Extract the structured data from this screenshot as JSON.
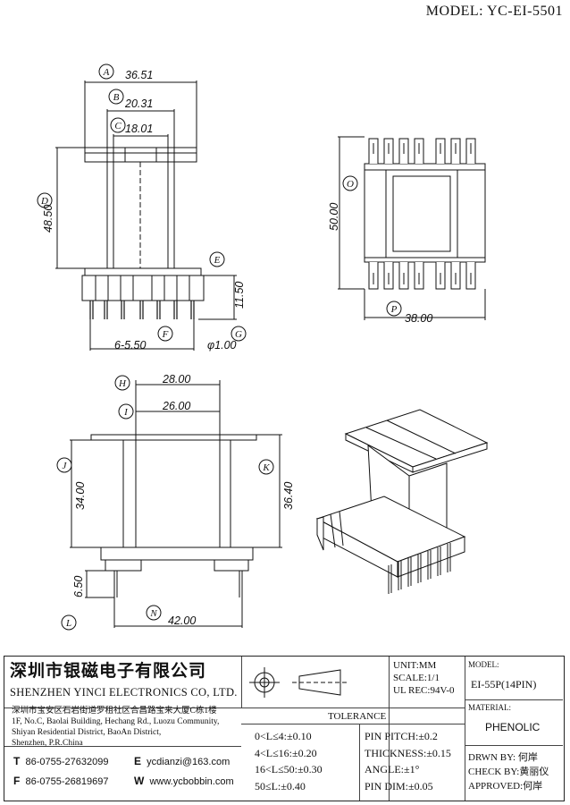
{
  "model_title": "MODEL: YC-EI-5501",
  "dimensions": {
    "A": "36.51",
    "B": "20.31",
    "C": "18.01",
    "D": "48.50",
    "E": "11.50",
    "F": "6-5.50",
    "G": "φ1.00",
    "H": "28.00",
    "I": "26.00",
    "J": "34.00",
    "K": "36.40",
    "L": "6.50",
    "N": "42.00",
    "O": "50.00",
    "P": "38.00"
  },
  "labels": [
    "A",
    "B",
    "C",
    "D",
    "E",
    "F",
    "G",
    "H",
    "I",
    "J",
    "K",
    "L",
    "N",
    "O",
    "P"
  ],
  "company": {
    "name_cn": "深圳市银磁电子有限公司",
    "name_en": "SHENZHEN YINCI ELECTRONICS CO, LTD.",
    "address_lines": [
      "深圳市宝安区石岩街道罗租社区合昌路宝来大厦C栋1楼",
      "1F, No.C, Baolai Building, Hechang Rd., Luozu Community,",
      "Shiyan Residential District, BaoAn District,",
      "Shenzhen, P.R.China"
    ],
    "tel_key": "T",
    "tel": "86-0755-27632099",
    "fax_key": "F",
    "fax": "86-0755-26819697",
    "email_key": "E",
    "email": "ycdianzi@163.com",
    "web_key": "W",
    "web": "www.ycbobbin.com"
  },
  "spec": {
    "unit": "UNIT:MM",
    "scale": "SCALE:1/1",
    "ul": "UL REC:94V-0",
    "tolerance_title": "TOLERANCE",
    "tolerances": [
      "0<L≤4:±0.10",
      "4<L≤16:±0.20",
      "16<L≤50:±0.30",
      "50≤L:±0.40"
    ],
    "pin_specs": [
      "PIN PITCH:±0.2",
      "THICKNESS:±0.15",
      "ANGLE:±1°",
      "PIN DIM:±0.05"
    ]
  },
  "model_box": {
    "model_label": "MODEL:",
    "model_value": "EI-55P(14PIN)",
    "material_label": "MATERIAL:",
    "material_value": "PHENOLIC",
    "drawn_by": "DRWN BY: 何岸",
    "check_by": "CHECK BY:黄丽仪",
    "approved": "APPROVED:何岸"
  }
}
